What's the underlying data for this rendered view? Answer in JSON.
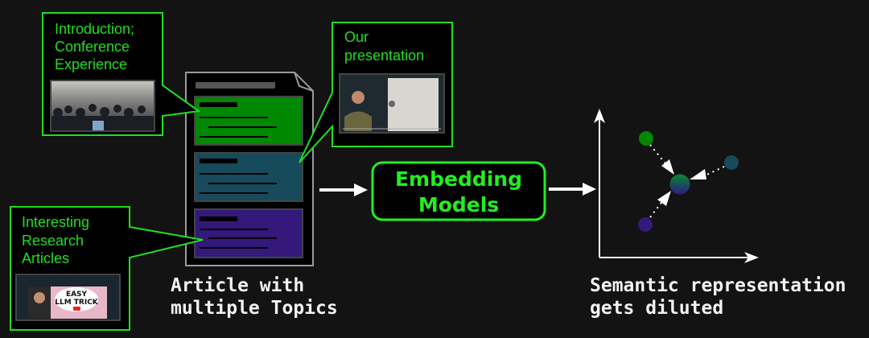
{
  "callouts": {
    "intro": {
      "lines": [
        "Introduction;",
        "Conference",
        "Experience"
      ]
    },
    "presentation": {
      "lines": [
        "Our",
        "presentation"
      ]
    },
    "research": {
      "lines": [
        "Interesting",
        "Research",
        "Articles"
      ],
      "thumbnail_lettering": [
        "EASY",
        "LLM TRICK"
      ]
    }
  },
  "document": {
    "caption": [
      "Article with",
      "multiple Topics"
    ],
    "sections": [
      {
        "topic": "intro",
        "color": "#008800"
      },
      {
        "topic": "presentation",
        "color": "#174a5a"
      },
      {
        "topic": "research",
        "color": "#34197a"
      }
    ]
  },
  "model": {
    "lines": [
      "Embedding",
      "Models"
    ]
  },
  "embedding_space": {
    "caption": [
      "Semantic representation",
      "gets diluted"
    ],
    "points": [
      {
        "topic": "intro",
        "color": "#008800"
      },
      {
        "topic": "presentation",
        "color": "#174a5a"
      },
      {
        "topic": "research",
        "color": "#34197a"
      }
    ]
  },
  "colors": {
    "accent": "#22dd22",
    "background": "#131313"
  }
}
